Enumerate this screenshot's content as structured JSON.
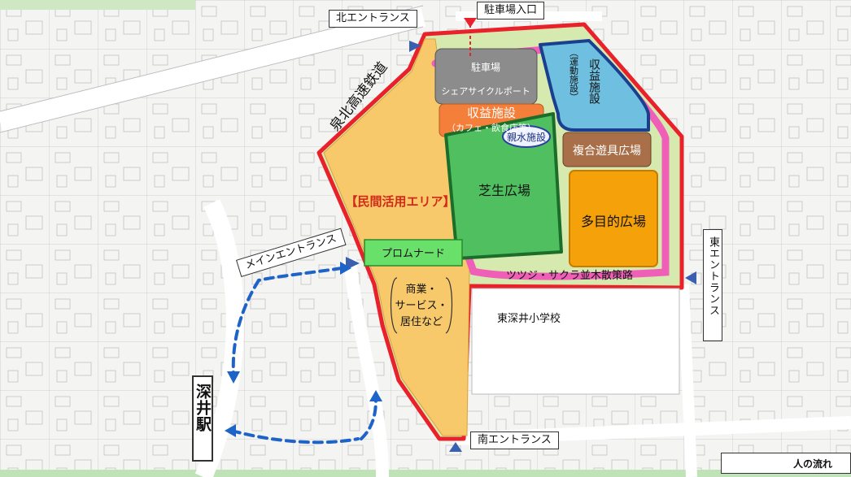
{
  "entrances": {
    "north": "北エントランス",
    "parking": "駐車場入口",
    "east": "東エントランス",
    "main": "メインエントランス",
    "south": "南エントランス"
  },
  "railway": "泉北高速鉄道",
  "station": "深井駅",
  "areas": {
    "parking": "駐車場",
    "cycle_port": "シェアサイクルポート",
    "revenue_cafe": "収益施設",
    "revenue_cafe_sub": "（カフェ・飲食店等）",
    "revenue_sports": "収益施設",
    "revenue_sports_sub": "（運動施設）",
    "water": "親水施設",
    "playground": "複合遊具広場",
    "lawn": "芝生広場",
    "multipurpose": "多目的広場",
    "private_zone": "【民間活用エリア】",
    "promenade": "プロムナード",
    "commercial": "商業・\nサービス・\n居住など",
    "walkway": "ツツジ・サクラ並木散策路",
    "school": "東深井小学校"
  },
  "legend": {
    "label": "人の流れ"
  },
  "colors": {
    "boundary": "#e8212a",
    "private": "#f7c96a",
    "lawn": "#4fbf5f",
    "lawn_border": "#1b6e2a",
    "loop_path": "#ef5fb8",
    "parking": "#8c8c8c",
    "cafe": "#f47f3a",
    "sports": "#6fbfe0",
    "sports_border": "#1b3f8f",
    "playground": "#a86f48",
    "multipurpose": "#f5a20a",
    "promenade": "#69e069",
    "flow_arrow": "#1e64c8",
    "entrance_marker": "#3a5fb0"
  }
}
